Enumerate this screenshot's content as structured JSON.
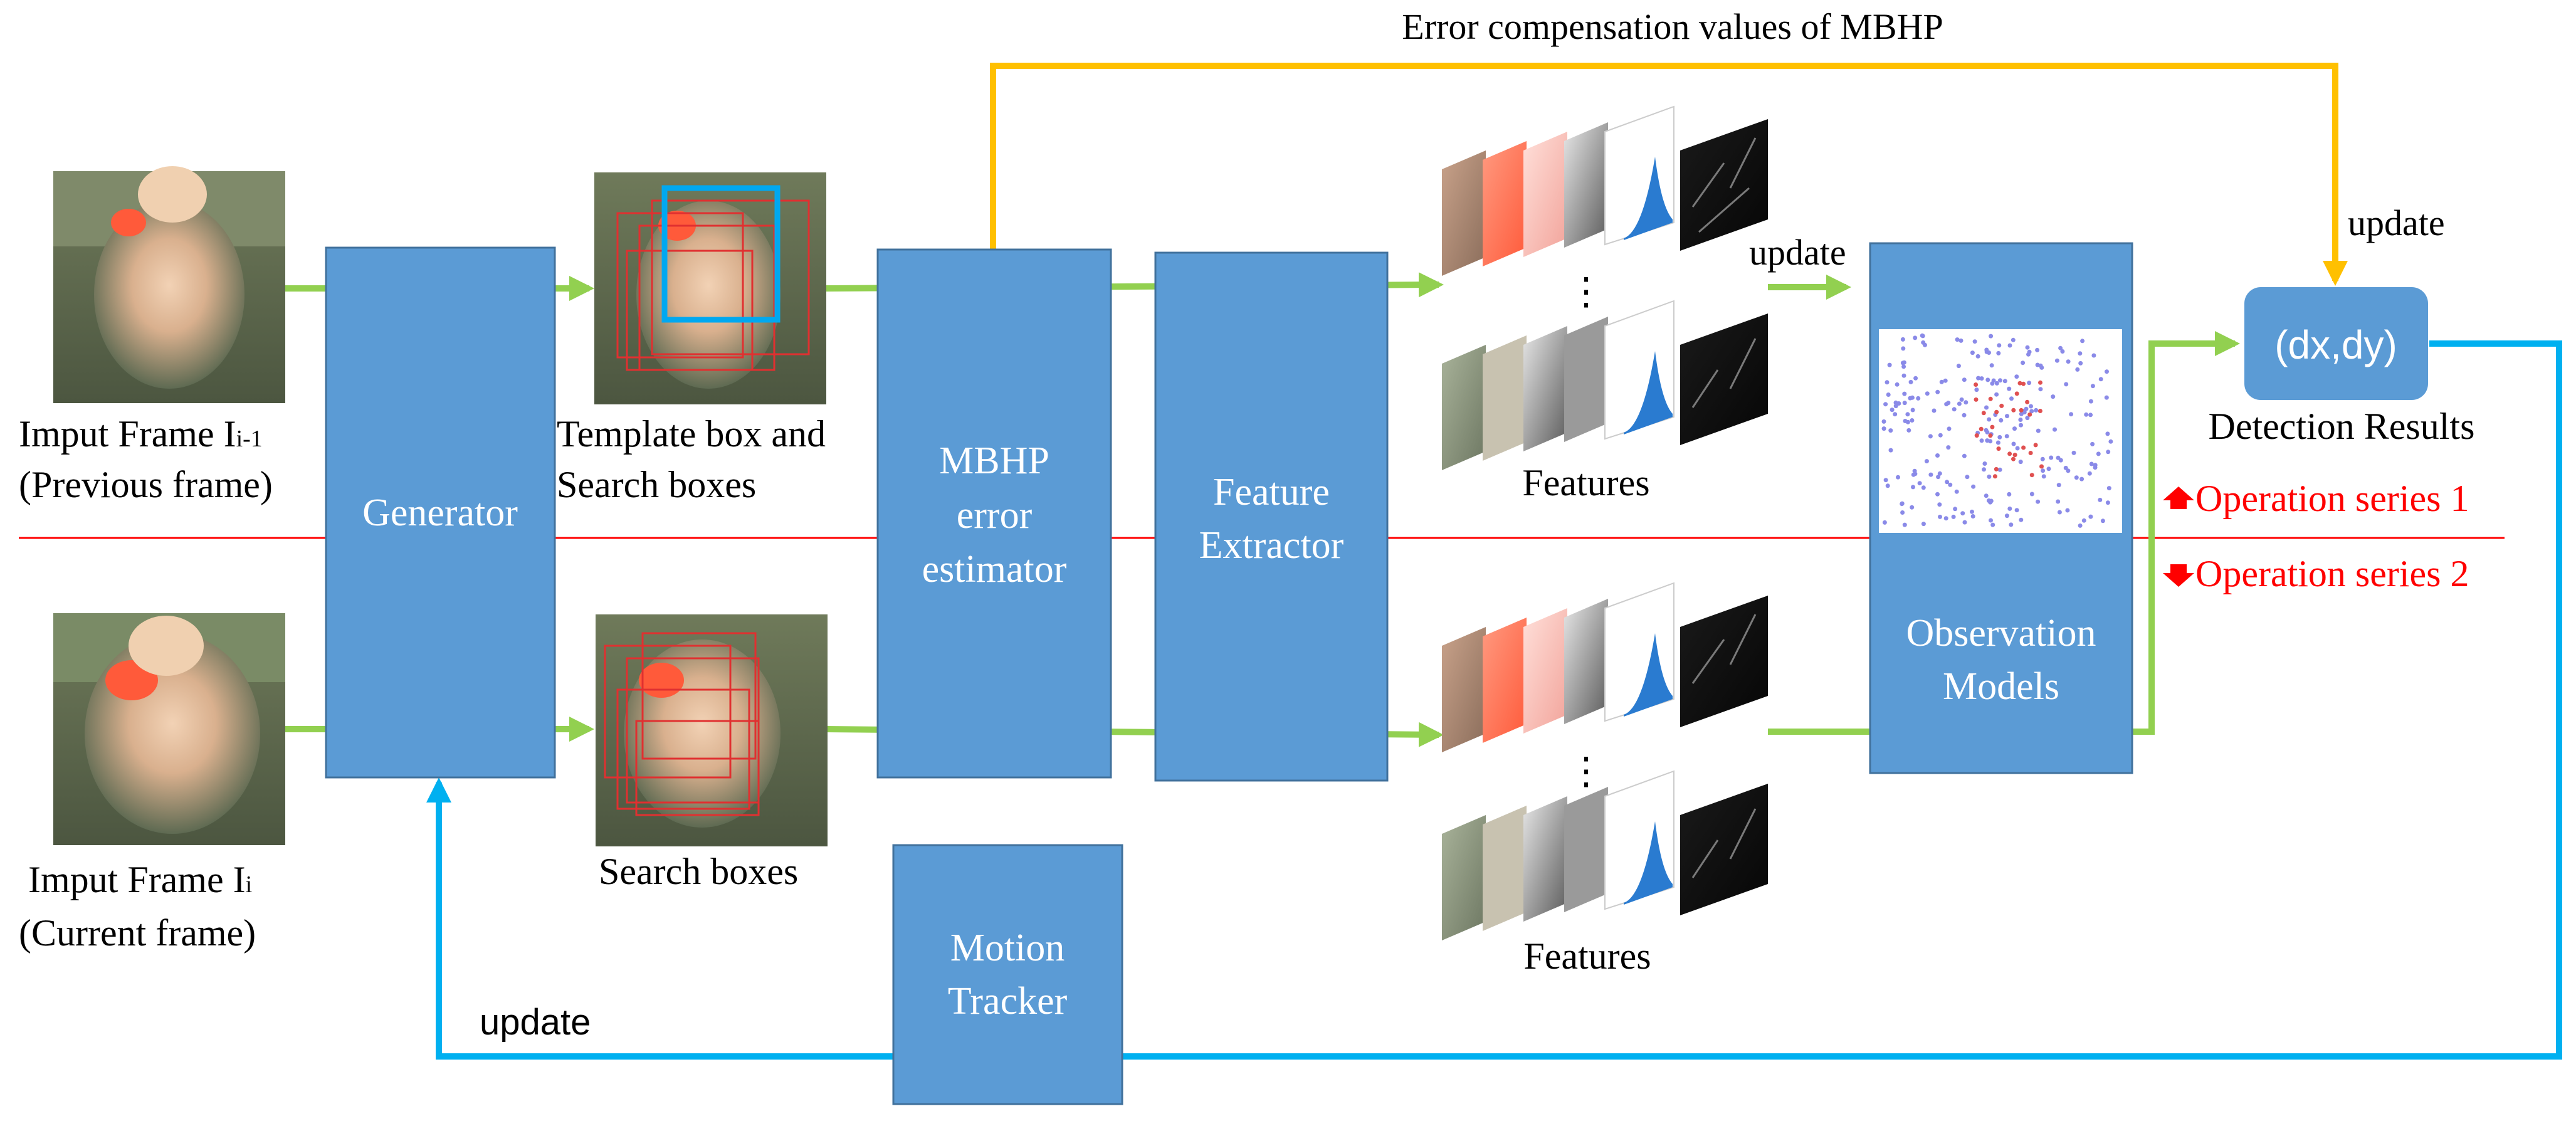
{
  "colors": {
    "block": "#5b9bd5",
    "block_stroke": "#41719c",
    "green_arrow": "#92d050",
    "yellow_arrow": "#ffc000",
    "blue_arrow": "#00b0f0",
    "red": "#ff0000",
    "search_box": "#e03030",
    "template_box": "#00a8f0",
    "scatter_blue": "#8a8ae8",
    "scatter_red": "#e05050"
  },
  "top": {
    "error_comp_label": "Error compensation values of MBHP",
    "update_top": "update",
    "update_mid": "update",
    "update_bottom": "update"
  },
  "frames": {
    "prev_label_main": "Imput Frame I",
    "prev_label_sub": "i-1",
    "prev_caption": "(Previous frame)",
    "curr_label_main": "Imput Frame I",
    "curr_label_sub": "i",
    "curr_caption": "(Current frame)"
  },
  "boxes": {
    "template_label_1": "Template box and",
    "template_label_2": "Search boxes",
    "search_label": "Search boxes"
  },
  "blocks": {
    "generator": "Generator",
    "mbhp_1": "MBHP",
    "mbhp_2": "error",
    "mbhp_3": "estimator",
    "feature_1": "Feature",
    "feature_2": "Extractor",
    "motion_1": "Motion",
    "motion_2": "Tracker",
    "obs_1": "Observation",
    "obs_2": "Models"
  },
  "features": {
    "top_label": "Features",
    "bottom_label": "Features",
    "ellipsis": "⋮"
  },
  "results": {
    "dxdy": "(dx,dy)",
    "detection": "Detection Results"
  },
  "legend": {
    "series1": "Operation series 1",
    "series2": "Operation series 2"
  }
}
